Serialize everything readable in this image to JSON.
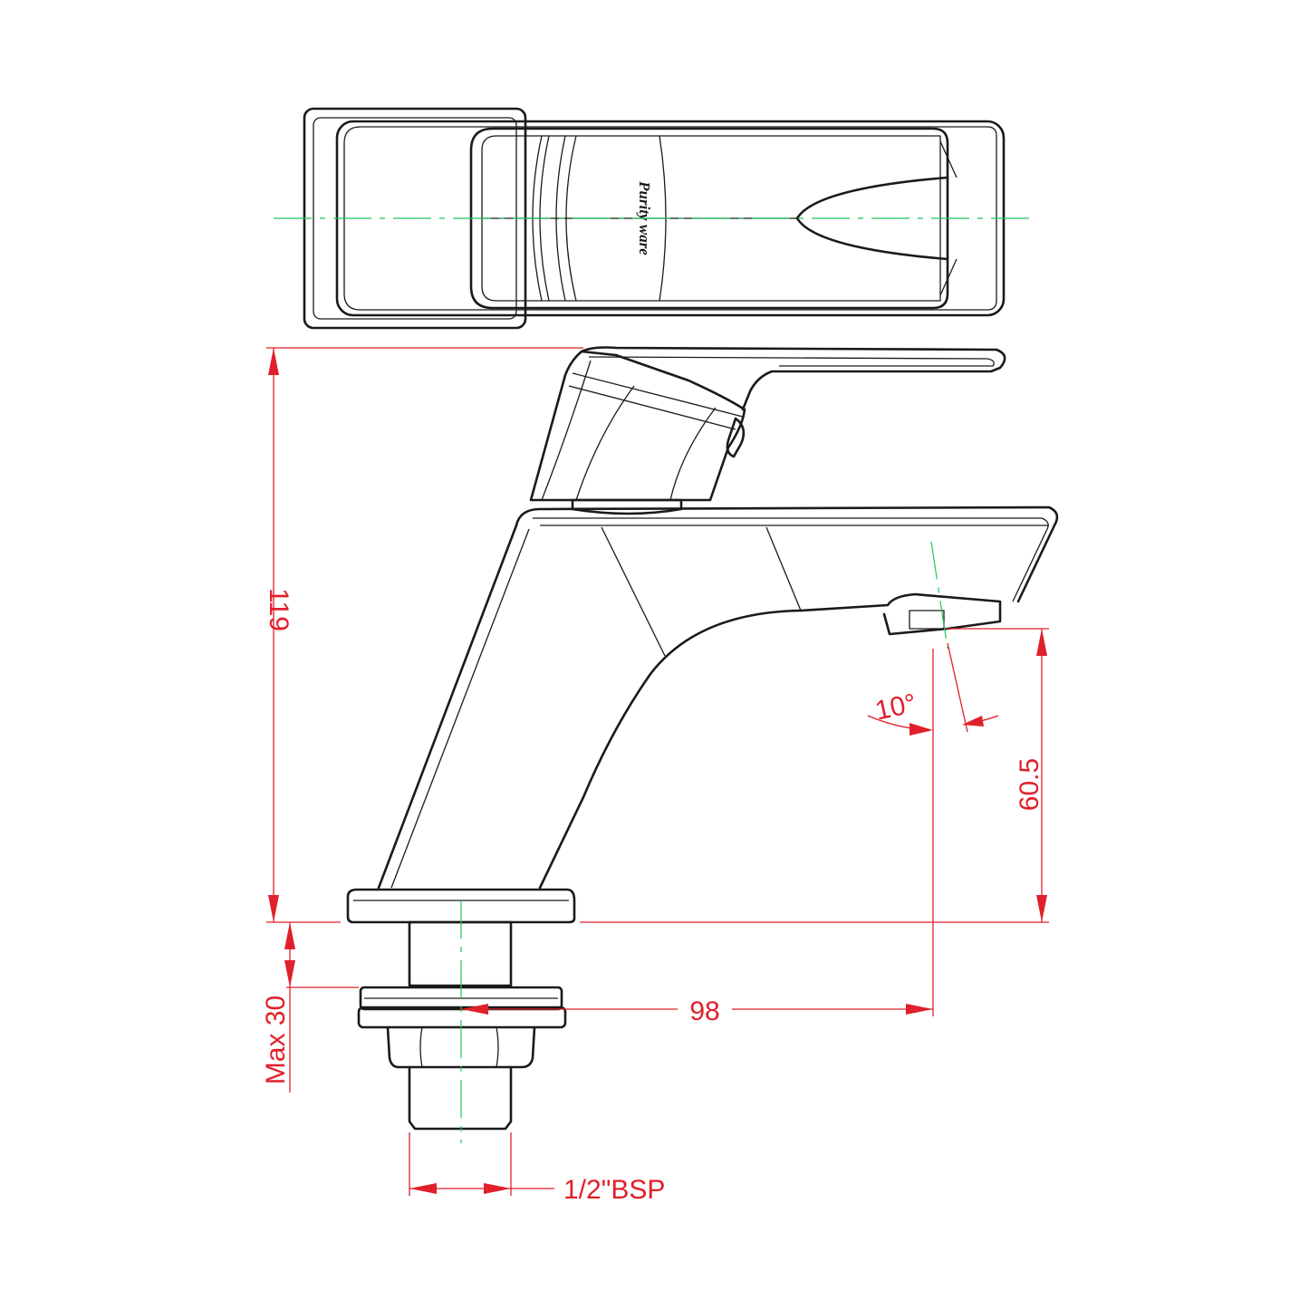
{
  "colors": {
    "outline": "#1a1a1a",
    "dimension": "#e0202a",
    "centerline": "#22c55e",
    "background": "#ffffff"
  },
  "top_view": {
    "brand_mark": "Purity ware"
  },
  "dimensions": {
    "overall_height": "119",
    "spout_height": "60.5",
    "spout_reach": "98",
    "spout_angle": "10°",
    "max_deck_thickness": "Max 30",
    "thread_size": "1/2\"BSP"
  }
}
